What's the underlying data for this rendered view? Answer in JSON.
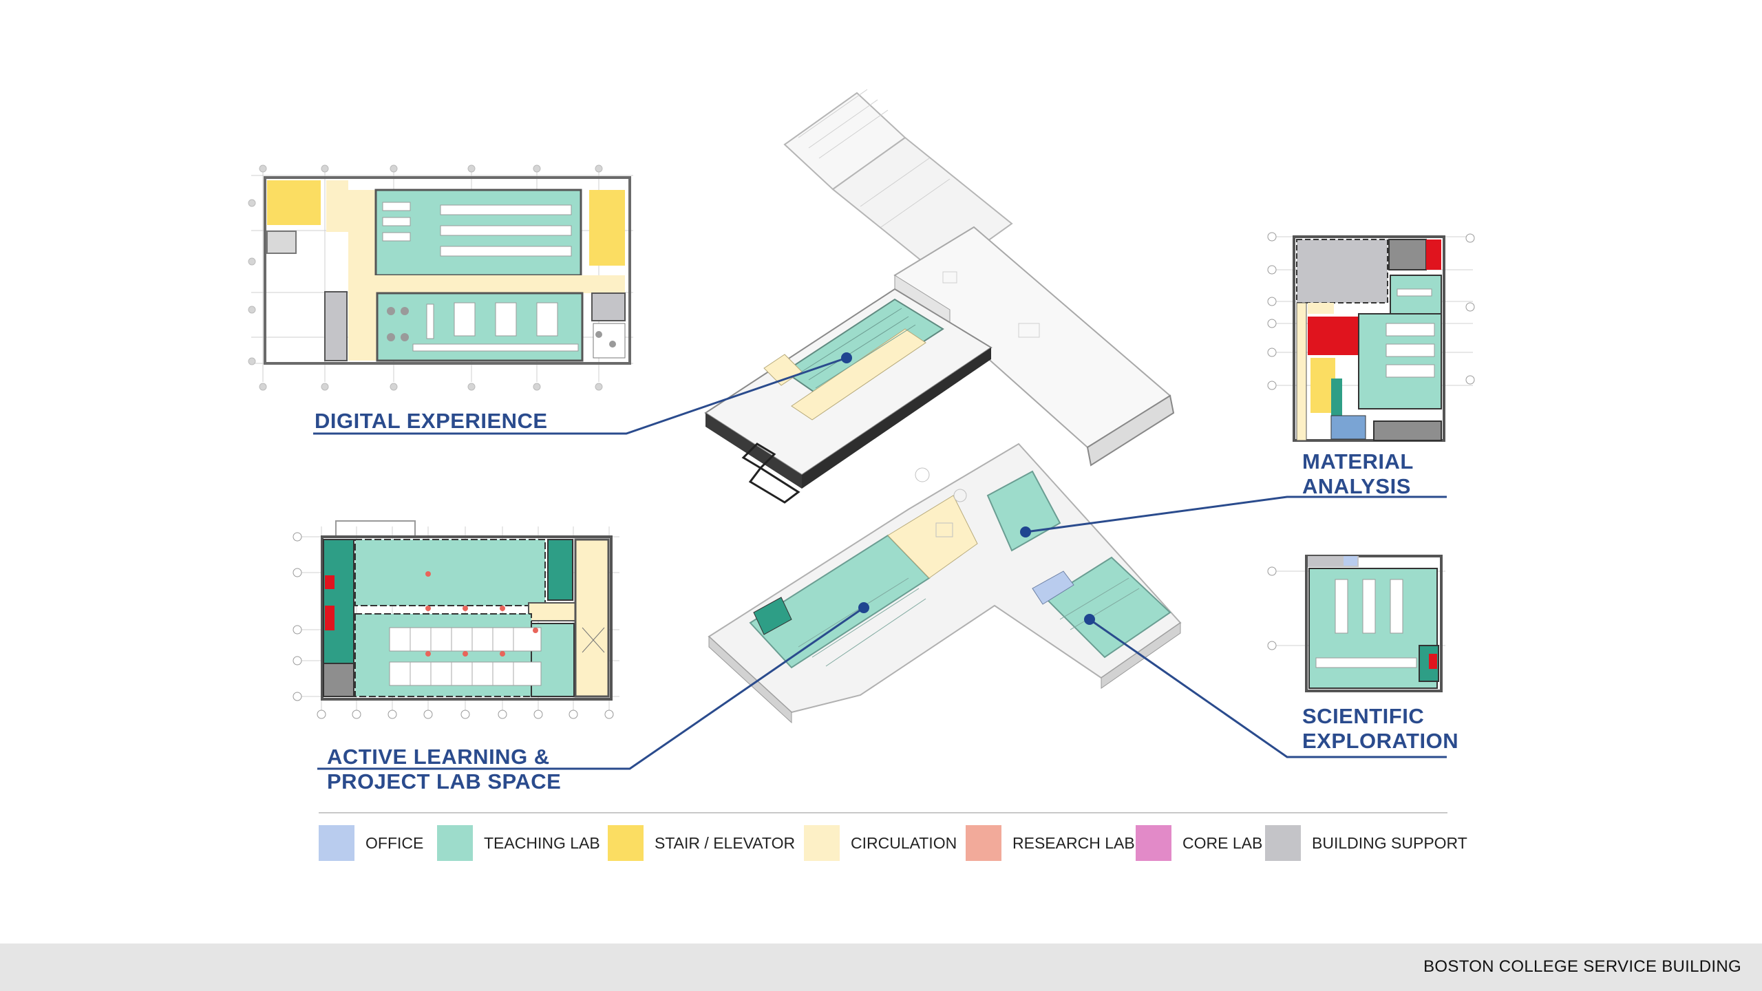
{
  "callouts": {
    "digital": "DIGITAL EXPERIENCE",
    "material_1": "MATERIAL",
    "material_2": "ANALYSIS",
    "active_1": "ACTIVE LEARNING &",
    "active_2": "PROJECT LAB SPACE",
    "scientific_1": "SCIENTIFIC",
    "scientific_2": "EXPLORATION"
  },
  "legend": [
    {
      "label": "OFFICE",
      "color": "#b9ccee"
    },
    {
      "label": "TEACHING LAB",
      "color": "#9ddccb"
    },
    {
      "label": "STAIR / ELEVATOR",
      "color": "#fbdd62"
    },
    {
      "label": "CIRCULATION",
      "color": "#fdf0c6"
    },
    {
      "label": "RESEARCH LAB",
      "color": "#f2aa9a"
    },
    {
      "label": "CORE LAB",
      "color": "#e28ac8"
    },
    {
      "label": "BUILDING SUPPORT",
      "color": "#c4c4c8"
    }
  ],
  "colors": {
    "callout_blue": "#2a4b8d",
    "accent_red": "#e0141e",
    "dark_teal": "#2e9e86"
  },
  "footer": {
    "title": "BOSTON COLLEGE SERVICE BUILDING"
  }
}
